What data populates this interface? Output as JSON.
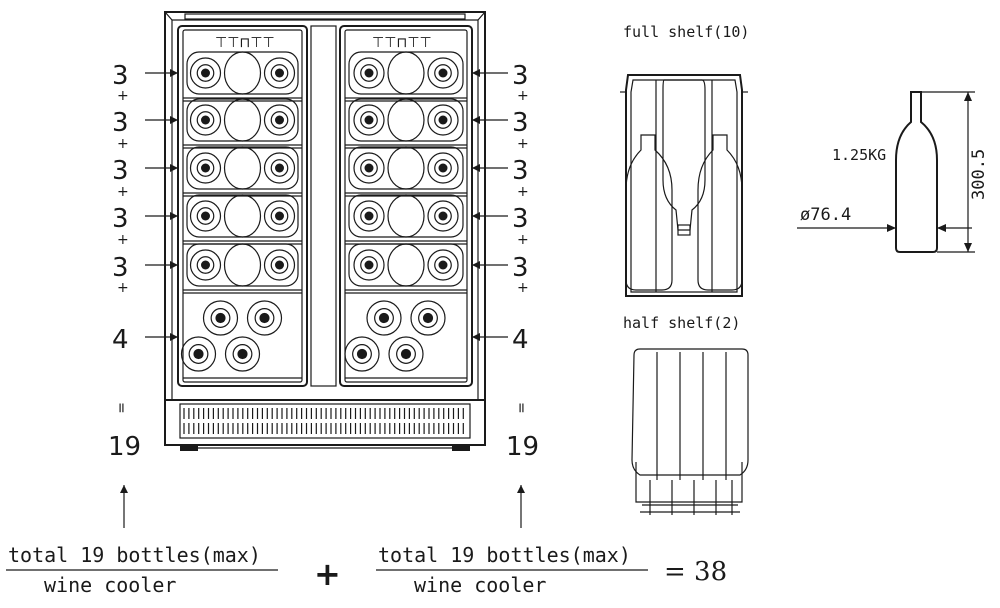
{
  "left_counts": [
    "3",
    "3",
    "3",
    "3",
    "3",
    "4"
  ],
  "right_counts": [
    "3",
    "3",
    "3",
    "3",
    "3",
    "4"
  ],
  "plus_sign": "+",
  "equals_sign": "=",
  "left_total": "19",
  "right_total": "19",
  "formula": {
    "numerator_left": "total 19 bottles(max)",
    "denominator_left": "wine cooler",
    "plus": "+",
    "numerator_right": "total 19 bottles(max)",
    "denominator_right": "wine cooler",
    "result": "= 38"
  },
  "shelves": {
    "full_label": "full shelf(10)",
    "half_label": "half shelf(2)"
  },
  "bottle": {
    "weight": "1.25KG",
    "height": "300.5",
    "diameter": "ø76.4"
  }
}
